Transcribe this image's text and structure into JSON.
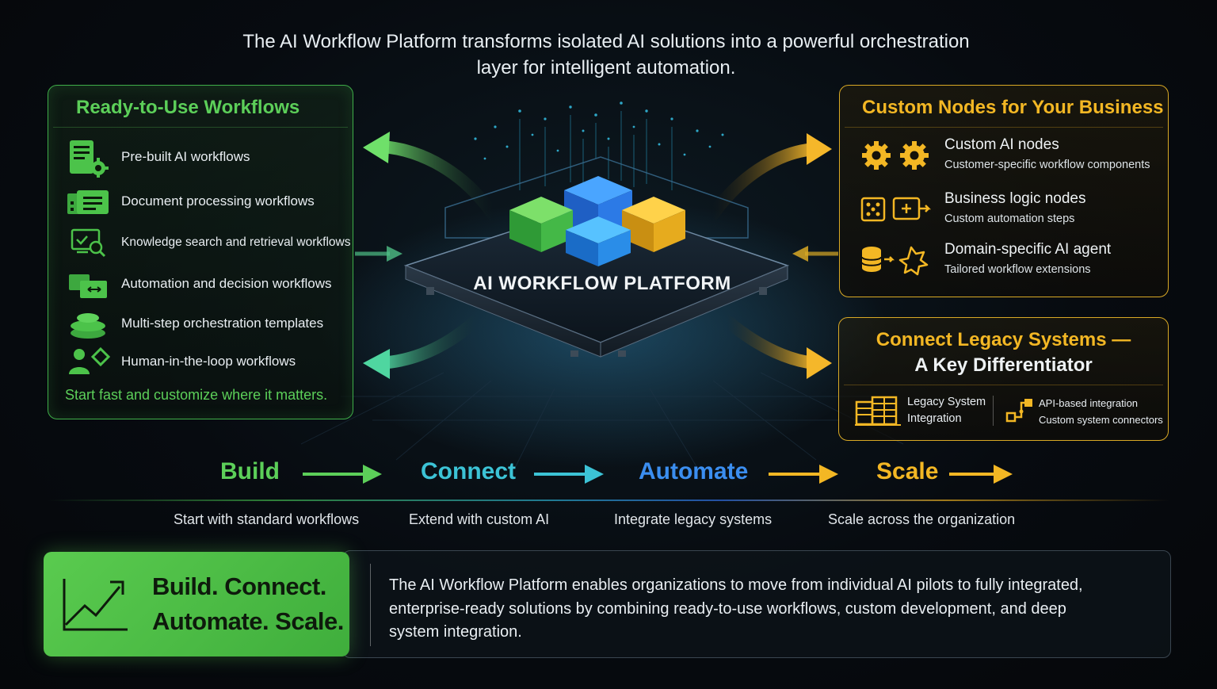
{
  "headline": "The AI Workflow Platform transforms isolated AI solutions into a powerful orchestration layer for intelligent automation.",
  "left_panel": {
    "title": "Ready-to-Use Workflows",
    "items": [
      {
        "label": "Pre-built AI workflows",
        "icon": "document-gear-icon"
      },
      {
        "label": "Document processing workflows",
        "icon": "documents-icon"
      },
      {
        "label": "Knowledge search and retrieval workflows",
        "icon": "screen-search-icon"
      },
      {
        "label": "Automation and decision workflows",
        "icon": "folders-arrows-icon"
      },
      {
        "label": "Multi-step orchestration templates",
        "icon": "stacked-layers-icon"
      },
      {
        "label": "Human-in-the-loop workflows",
        "icon": "person-diamond-icon"
      }
    ],
    "tagline": "Start fast and customize where it matters."
  },
  "center": {
    "label": "AI WORKFLOW PLATFORM"
  },
  "right_top_panel": {
    "title": "Custom Nodes for Your Business",
    "items": [
      {
        "title": "Custom AI nodes",
        "subtitle": "Customer-specific workflow components",
        "icon": "gears-icon"
      },
      {
        "title": "Business logic nodes",
        "subtitle": "Custom automation steps",
        "icon": "logic-nodes-icon"
      },
      {
        "title": "Domain-specific AI agent",
        "subtitle": "Tailored workflow extensions",
        "icon": "database-agent-icon"
      }
    ]
  },
  "right_bottom_panel": {
    "title_line1": "Connect Legacy Systems —",
    "title_line2": "A Key Differentiator",
    "left_item": {
      "line1": "Legacy System",
      "line2": "Integration",
      "icon": "building-server-icon"
    },
    "right_item": {
      "line1": "API-based integration",
      "line2": "Custom system connectors",
      "icon": "api-connector-icon"
    }
  },
  "steps": [
    {
      "label": "Build",
      "desc": "Start with standard workflows",
      "color": "#5ccf59"
    },
    {
      "label": "Connect",
      "desc": "Extend with custom AI",
      "color": "#3cc3d6"
    },
    {
      "label": "Automate",
      "desc": "Integrate legacy systems",
      "color": "#3b8ef0"
    },
    {
      "label": "Scale",
      "desc": "Scale across the organization",
      "color": "#f3b724"
    }
  ],
  "bottom": {
    "slogan_line1": "Build. Connect.",
    "slogan_line2": "Automate. Scale.",
    "description": "The AI Workflow Platform enables organizations to move from individual AI pilots to fully integrated, enterprise-ready solutions by combining ready-to-use workflows, custom development, and deep system integration."
  },
  "colors": {
    "green": "#5ccf59",
    "cyan": "#3cc3d6",
    "blue": "#3b8ef0",
    "gold": "#f3b724"
  }
}
